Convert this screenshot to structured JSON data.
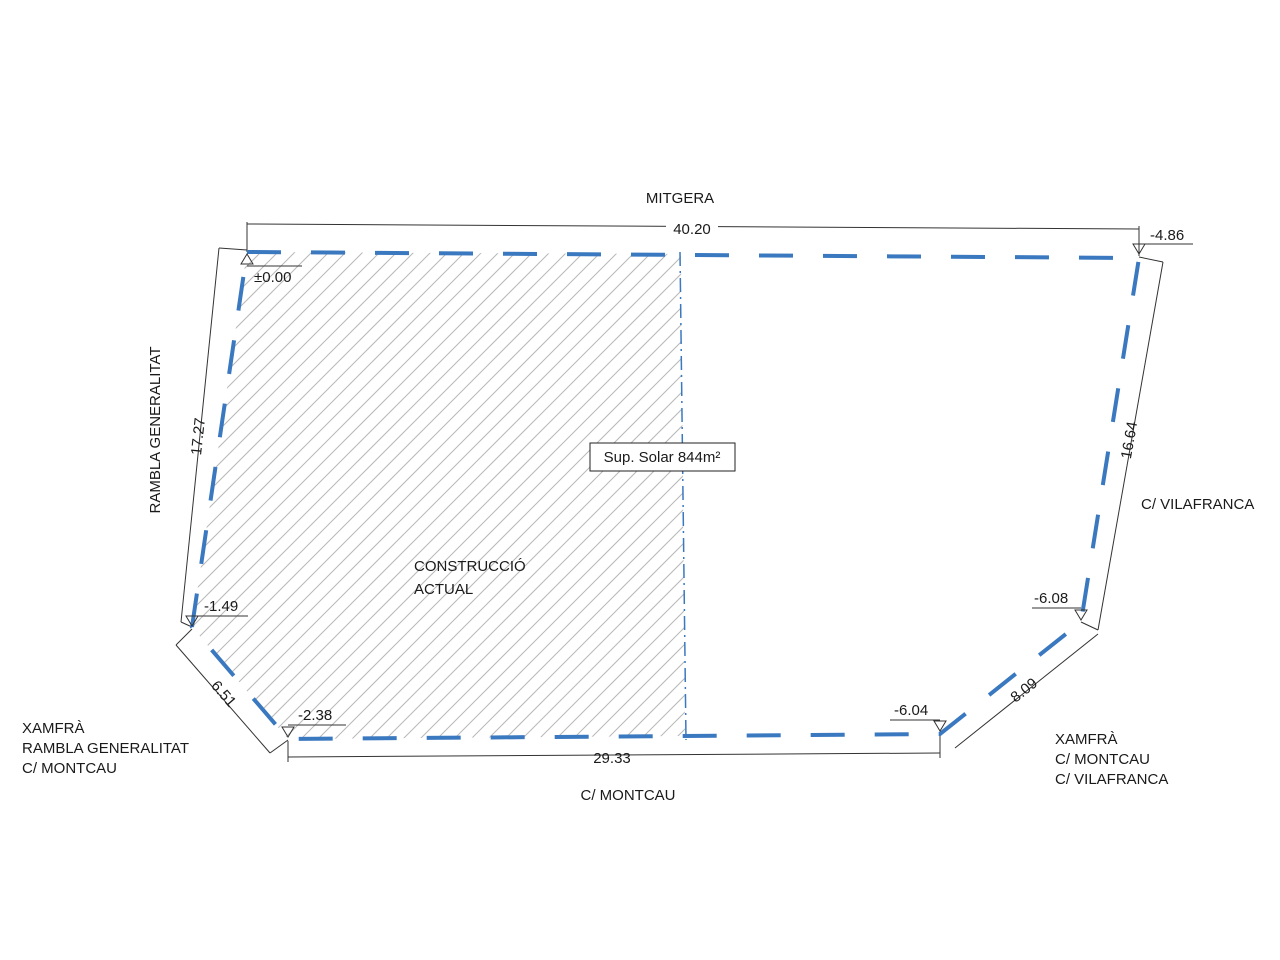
{
  "colors": {
    "boundary": "#3a78c0",
    "axis": "#3a78c0",
    "hatch": "#b8b8b8",
    "line": "#333333",
    "background": "#ffffff"
  },
  "streets": {
    "top": "MITGERA",
    "left": "RAMBLA GENERALITAT",
    "right": "C/ VILAFRANCA",
    "bottom": "C/ MONTCAU",
    "corner_left": [
      "XAMFRÀ",
      "RAMBLA GENERALITAT",
      "C/ MONTCAU"
    ],
    "corner_right": [
      "XAMFRÀ",
      "C/ MONTCAU",
      "C/ VILAFRANCA"
    ]
  },
  "dimensions": {
    "top": "40.20",
    "left": "17.27",
    "right": "16.64",
    "bottom": "29.33",
    "chamfer_left": "6.51",
    "chamfer_right": "8.09"
  },
  "levels": {
    "top_left": "±0.00",
    "top_right": "-4.86",
    "left_low": "-1.49",
    "bottom_left": "-2.38",
    "bottom_right": "-6.04",
    "right_low": "-6.08"
  },
  "area_label": "Sup. Solar 844m²",
  "construction_label": [
    "CONSTRUCCIÓ",
    "ACTUAL"
  ]
}
